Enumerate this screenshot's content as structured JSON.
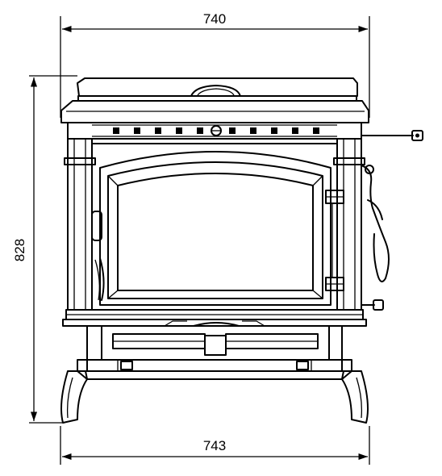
{
  "dimensions": {
    "top_width": "740",
    "height": "828",
    "bottom_width": "743"
  },
  "colors": {
    "line": "#000000",
    "background": "#ffffff"
  }
}
